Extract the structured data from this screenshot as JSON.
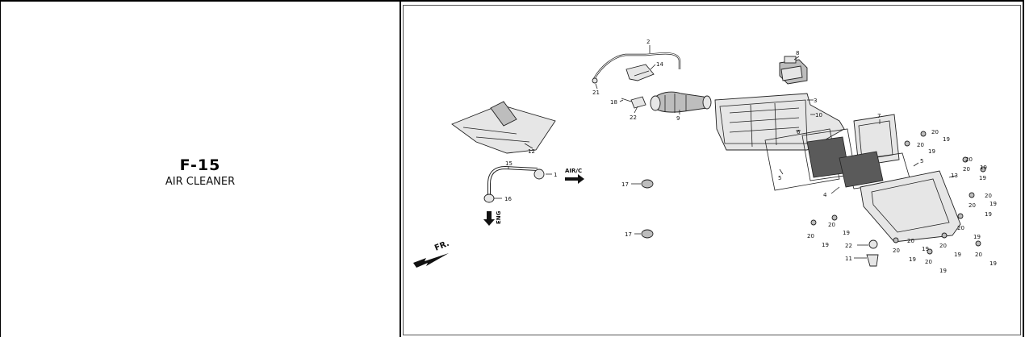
{
  "section": {
    "code": "F-15",
    "name": "AIR CLEANER"
  },
  "icons": {
    "front_arrow": "front-direction-arrow-icon",
    "air_arrow": "arrow-right-icon",
    "eng_arrow": "arrow-down-icon"
  },
  "diagram": {
    "direction_labels": {
      "front": "FR.",
      "air": "AIR/C",
      "engine": "ENG"
    },
    "callouts": [
      {
        "id": "c2",
        "label": "2"
      },
      {
        "id": "c14",
        "label": "14"
      },
      {
        "id": "c8",
        "label": "8"
      },
      {
        "id": "c21",
        "label": "21"
      },
      {
        "id": "c18",
        "label": "18"
      },
      {
        "id": "c22a",
        "label": "22"
      },
      {
        "id": "c9",
        "label": "9"
      },
      {
        "id": "c3",
        "label": "3"
      },
      {
        "id": "c10",
        "label": "10"
      },
      {
        "id": "c6",
        "label": "6"
      },
      {
        "id": "c7",
        "label": "7"
      },
      {
        "id": "c12",
        "label": "12"
      },
      {
        "id": "c15",
        "label": "15"
      },
      {
        "id": "c1",
        "label": "1"
      },
      {
        "id": "c16",
        "label": "16"
      },
      {
        "id": "c17a",
        "label": "17"
      },
      {
        "id": "c17b",
        "label": "17"
      },
      {
        "id": "c5a",
        "label": "5"
      },
      {
        "id": "c4",
        "label": "4"
      },
      {
        "id": "c5b",
        "label": "5"
      },
      {
        "id": "c13",
        "label": "13"
      },
      {
        "id": "c22b",
        "label": "22"
      },
      {
        "id": "c11",
        "label": "11"
      },
      {
        "id": "c20a",
        "label": "20"
      },
      {
        "id": "c19a",
        "label": "19"
      },
      {
        "id": "c20b",
        "label": "20"
      },
      {
        "id": "c19b",
        "label": "19"
      },
      {
        "id": "c20c",
        "label": "20"
      },
      {
        "id": "c19c",
        "label": "19"
      },
      {
        "id": "c20d",
        "label": "20"
      },
      {
        "id": "c19d",
        "label": "19"
      },
      {
        "id": "c20e",
        "label": "20"
      },
      {
        "id": "c19e",
        "label": "19"
      },
      {
        "id": "c20f",
        "label": "20"
      },
      {
        "id": "c19f",
        "label": "19"
      },
      {
        "id": "c20g",
        "label": "20"
      },
      {
        "id": "c19g",
        "label": "19"
      },
      {
        "id": "c20h",
        "label": "20"
      },
      {
        "id": "c19h",
        "label": "19"
      },
      {
        "id": "c20i",
        "label": "20"
      },
      {
        "id": "c19i",
        "label": "19"
      },
      {
        "id": "c20j",
        "label": "20"
      },
      {
        "id": "c19j",
        "label": "19"
      },
      {
        "id": "c20k",
        "label": "20"
      },
      {
        "id": "c19k",
        "label": "19"
      },
      {
        "id": "c20l",
        "label": "20"
      },
      {
        "id": "c19l",
        "label": "19"
      },
      {
        "id": "c20m",
        "label": "20"
      },
      {
        "id": "c19m",
        "label": "19"
      },
      {
        "id": "c20n",
        "label": "20"
      },
      {
        "id": "c19n",
        "label": "19"
      }
    ]
  }
}
